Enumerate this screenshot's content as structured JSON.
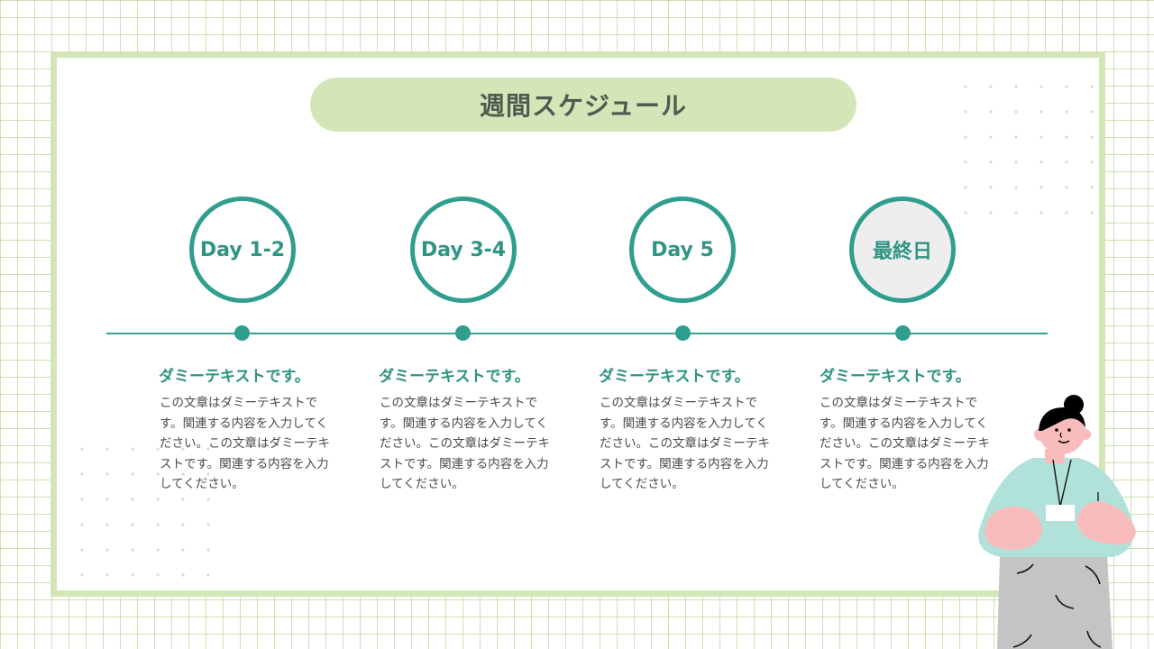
{
  "slide": {
    "title": "週間スケジュール",
    "colors": {
      "accent": "#2f9e8f",
      "title_pill": "#d3e6b8",
      "frame_border": "#d3e6b8",
      "grid_line": "#bed696",
      "final_circle_fill": "#eeeeef"
    },
    "steps": [
      {
        "label": "Day 1-2",
        "heading": "ダミーテキストです。",
        "body": "この文章はダミーテキストです。関連する内容を入力してください。この文章はダミーテキストです。関連する内容を入力してください。"
      },
      {
        "label": "Day 3-4",
        "heading": "ダミーテキストです。",
        "body": "この文章はダミーテキストです。関連する内容を入力してください。この文章はダミーテキストです。関連する内容を入力してください。"
      },
      {
        "label": "Day 5",
        "heading": "ダミーテキストです。",
        "body": "この文章はダミーテキストです。関連する内容を入力してください。この文章はダミーテキストです。関連する内容を入力してください。"
      },
      {
        "label": "最終日",
        "heading": "ダミーテキストです。",
        "body": "この文章はダミーテキストです。関連する内容を入力してください。この文章はダミーテキストです。関連する内容を入力してください。"
      }
    ],
    "illustration": "person-with-id-badge"
  }
}
